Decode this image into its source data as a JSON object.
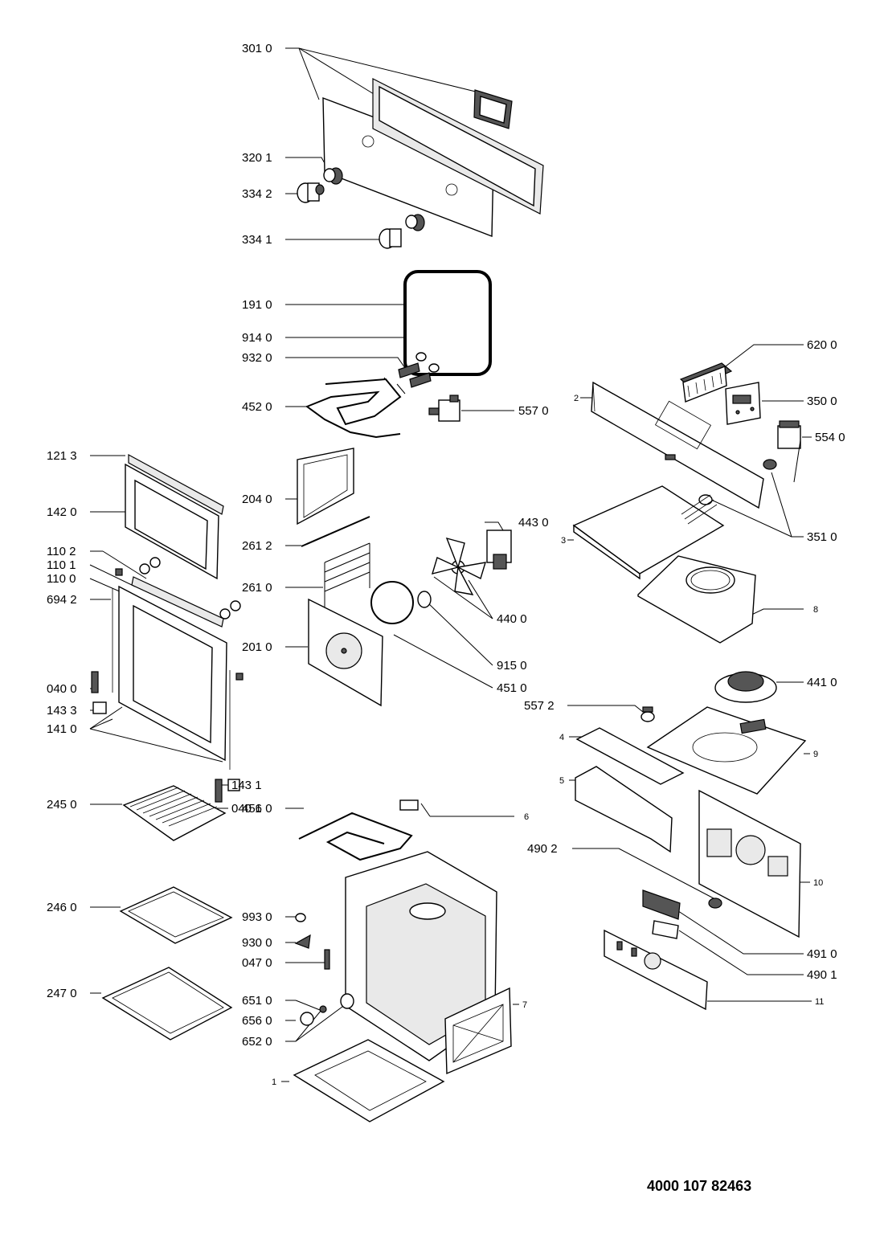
{
  "labels": {
    "p3010": "301 0",
    "p3201": "320 1",
    "p3342": "334 2",
    "p3341": "334 1",
    "p1910": "191 0",
    "p9140": "914 0",
    "p9320": "932 0",
    "p4520": "452 0",
    "p5570": "557 0",
    "p6200": "620 0",
    "p3500": "350 0",
    "p5540": "554 0",
    "p2": "2",
    "p3510": "351 0",
    "p3": "3",
    "p1213": "121 3",
    "p1420": "142 0",
    "p2040": "204 0",
    "p2612": "261 2",
    "p4430": "443 0",
    "p1102": "110 2",
    "p1101": "110 1",
    "p1100": "110 0",
    "p6942": "694 2",
    "p2610": "261 0",
    "p8": "8",
    "p4400": "440 0",
    "p2010": "201 0",
    "p9150": "915 0",
    "p0400": "040 0",
    "p4510": "451 0",
    "p4410": "441 0",
    "p1433": "143 3",
    "p1410": "141 0",
    "p5572": "557 2",
    "p4": "4",
    "p9": "9",
    "p5": "5",
    "p1431": "143 1",
    "p0401": "040 1",
    "p2450": "245 0",
    "p4560": "456 0",
    "p6": "6",
    "p4902": "490 2",
    "p10": "10",
    "p2460": "246 0",
    "p9930": "993 0",
    "p9300": "930 0",
    "p0470": "047 0",
    "p4910": "491 0",
    "p4901": "490 1",
    "p2470": "247 0",
    "p6510": "651 0",
    "p7": "7",
    "p11": "11",
    "p6560": "656 0",
    "p6520": "652 0",
    "p1": "1"
  },
  "document_number": "4000 107 82463"
}
